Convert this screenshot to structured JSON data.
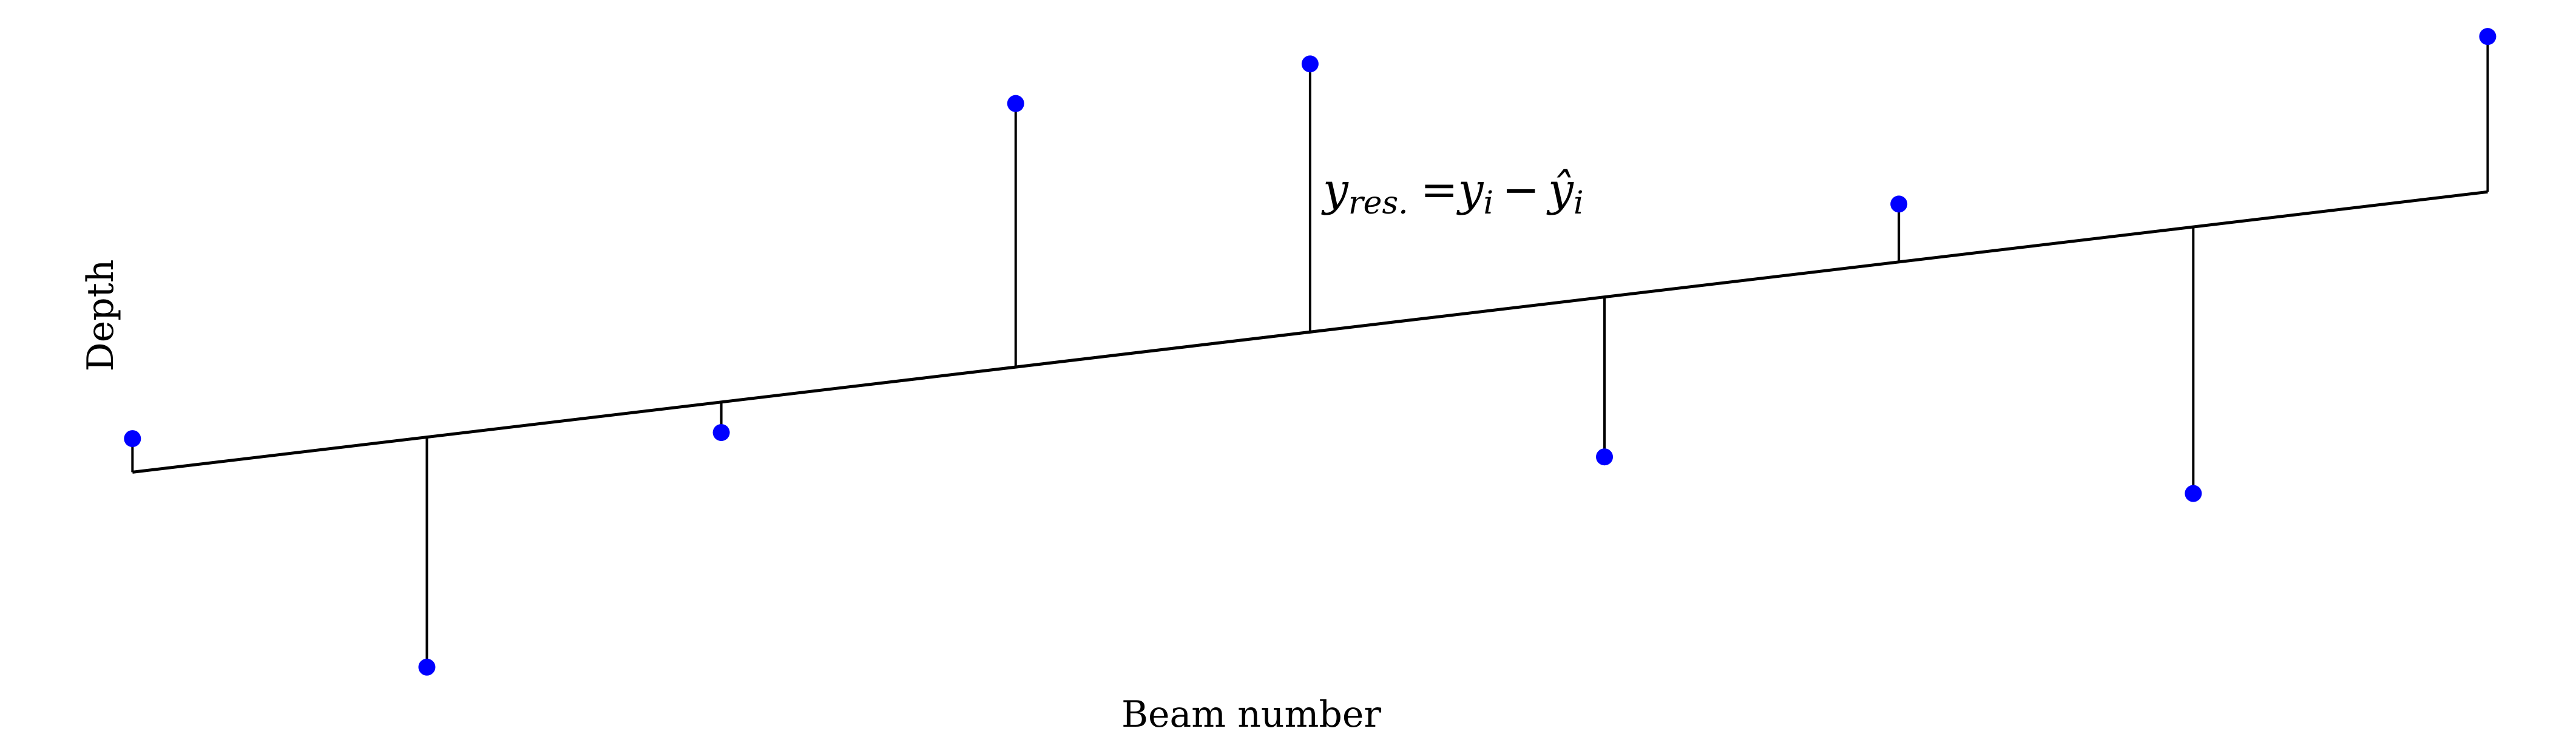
{
  "chart_data": {
    "type": "scatter",
    "xlabel": "Beam number",
    "ylabel": "Depth",
    "x": [
      0,
      1,
      2,
      3,
      4,
      5,
      6,
      7,
      8
    ],
    "observed": [
      10.5,
      3.0,
      10.7,
      21.5,
      22.8,
      9.9,
      18.2,
      8.7,
      23.7
    ],
    "fitted": {
      "intercept": 9.4,
      "slope": 1.15
    },
    "xlim": [
      -0.45,
      8.3
    ],
    "ylim": [
      2.0,
      24.5
    ],
    "annotation": {
      "base": "y",
      "base_sub": "res.",
      "equals": "=",
      "term1": "y",
      "term1_sub": "i",
      "minus": "−",
      "term2": "ŷ",
      "term2_sub": "i"
    },
    "colors": {
      "points": "#0000ff",
      "lines": "#000000"
    },
    "show_axes": false,
    "show_grid": false
  }
}
